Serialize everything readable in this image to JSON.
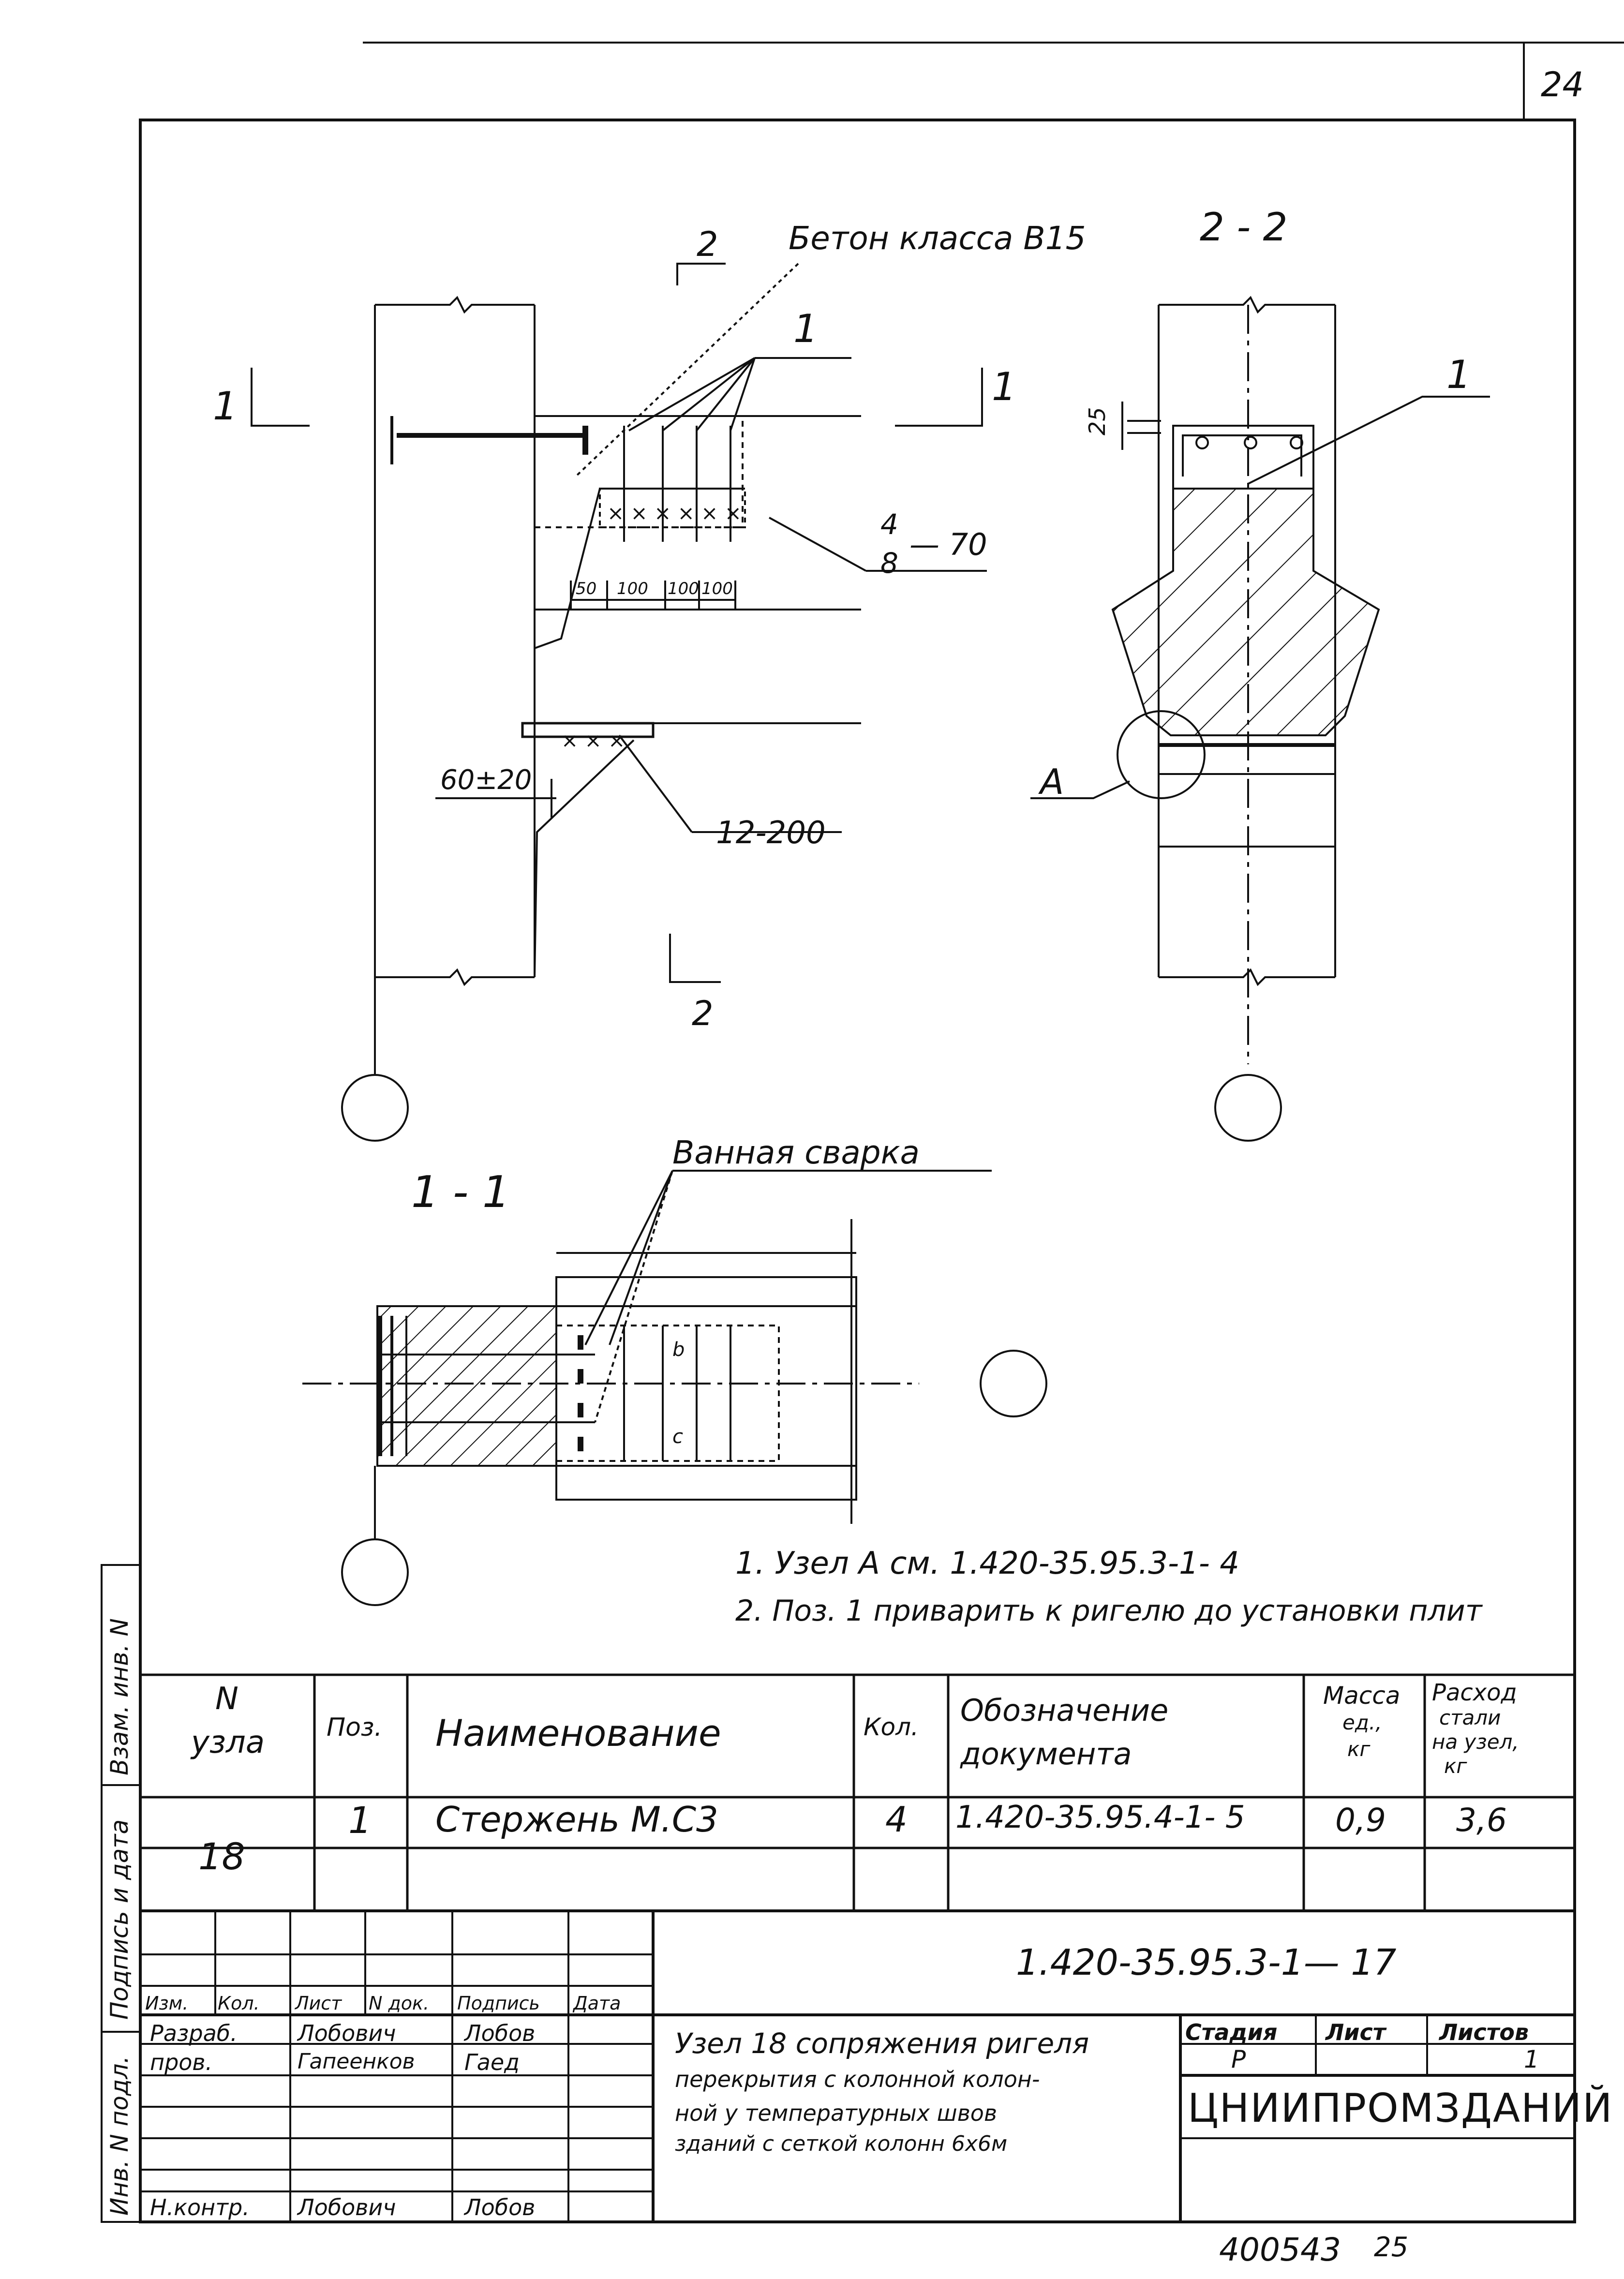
{
  "sheet": {
    "page_number": "24",
    "stamp_number": "400543",
    "stamp_suffix": "25"
  },
  "drawing": {
    "section_2_mark": "2",
    "section_1_mark": "1",
    "concrete_label": "Бетон класса B15",
    "pos_leader_1": "1",
    "pos_leader_2": "1",
    "dim_25": "25",
    "weld_fraction_num": "4",
    "weld_fraction_den": "8",
    "weld_length": "— 70",
    "spacing": [
      "50",
      "100",
      "100",
      "100"
    ],
    "dim_60_20": "60±20",
    "weld_12_200": "12-200",
    "section_22_title": "2 - 2",
    "node_A": "A",
    "section_11_title": "1 - 1",
    "bath_weld_label": "Ванная сварка",
    "rebar_b": "b",
    "rebar_c": "c"
  },
  "notes": [
    "1.  Узел  A см. 1.420-35.95.3-1- 4",
    "2. Поз. 1 приварить к ригелю до установки плит"
  ],
  "spec_table": {
    "headers": {
      "node": [
        "N",
        "узла"
      ],
      "pos": "Поз.",
      "name": "Наименование",
      "qty": "Кол.",
      "doc": [
        "Обозначение",
        "документа"
      ],
      "mass": [
        "Масса",
        "ед.,",
        "кг"
      ],
      "steel": [
        "Расход",
        "стали",
        "на узел,",
        "кг"
      ]
    },
    "rows": [
      {
        "node": "18",
        "pos": "1",
        "name": "Стержень М.С3",
        "qty": "4",
        "doc": "1.420-35.95.4-1- 5",
        "mass": "0,9",
        "steel": "3,6"
      }
    ]
  },
  "title_block": {
    "doc_code": "1.420-35.95.3-1— 17",
    "rev_headers": [
      "Изм.",
      "Кол.",
      "Лист",
      "N док.",
      "Подпись",
      "Дата"
    ],
    "roles": [
      {
        "role": "Разраб.",
        "name": "Лобович",
        "sign": "Лобов"
      },
      {
        "role": "пров.",
        "name": "Гапеенков",
        "sign": "Гаед"
      },
      {
        "role": "Н.контр.",
        "name": "Лобович",
        "sign": "Лобов"
      }
    ],
    "description": [
      "Узел 18 сопряжения ригеля",
      "перекрытия с колонной колон-",
      "ной у температурных швов",
      "зданий с сеткой колонн 6х6м"
    ],
    "stage_label": "Стадия",
    "sheet_label": "Лист",
    "sheets_label": "Листов",
    "stage": "Р",
    "sheets_count": "1",
    "org": "ЦНИИПРОМЗДАНИЙ"
  },
  "side_stamp": {
    "labels": [
      "Инв. N подл.",
      "Подпись и дата",
      "Взам. инв. N"
    ]
  }
}
